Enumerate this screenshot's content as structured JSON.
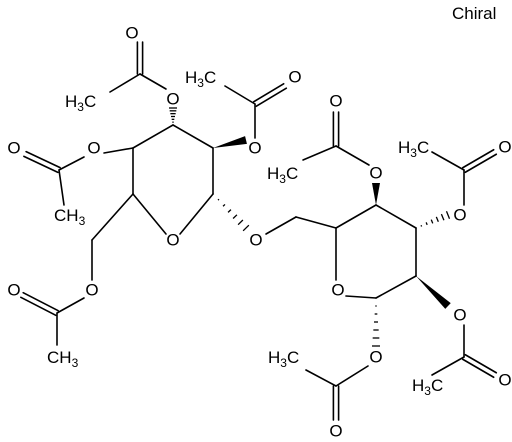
{
  "annotation": {
    "chiral": "Chiral"
  },
  "atoms": {
    "oxygen": "O",
    "methyl_main": "H",
    "methyl_c": "C",
    "methyl_sub": "3",
    "methyl_ch": "CH",
    "methyl_ch_sub": "3"
  }
}
